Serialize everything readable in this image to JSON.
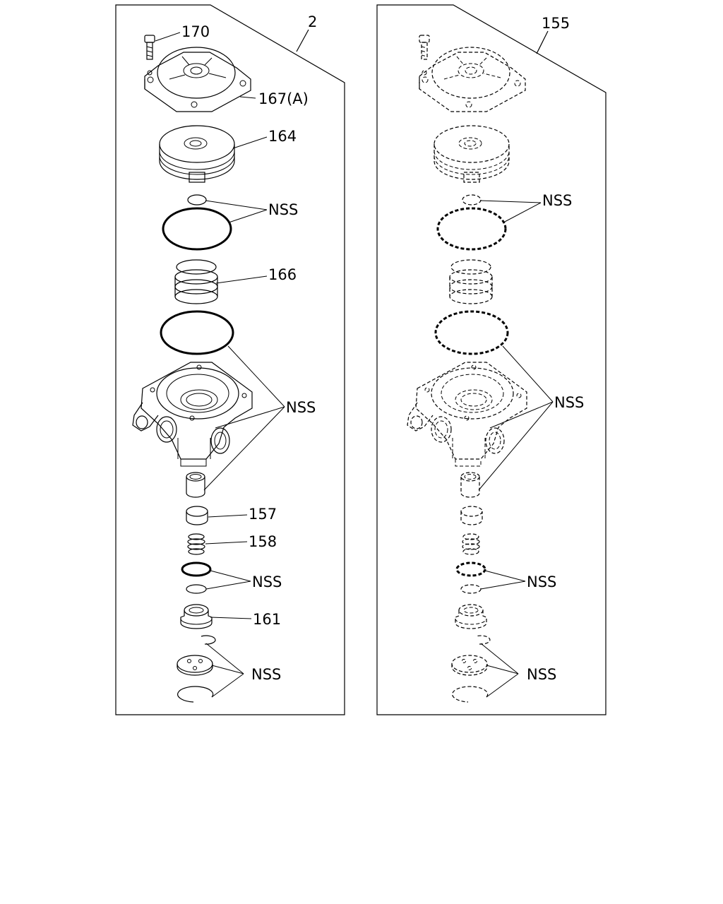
{
  "left_panel": {
    "assembly_number": "2",
    "labels": {
      "bolt": "170",
      "cover": "167(A)",
      "piston": "164",
      "oring_pair_top": "NSS",
      "spring_large": "166",
      "body_group": "NSS",
      "seat": "157",
      "spring_small": "158",
      "oring_pair_bottom": "NSS",
      "valve": "161",
      "snap_group": "NSS"
    }
  },
  "right_panel": {
    "assembly_number": "155",
    "labels": {
      "oring_pair_top": "NSS",
      "body_group": "NSS",
      "oring_pair_bottom": "NSS",
      "snap_group": "NSS"
    }
  }
}
